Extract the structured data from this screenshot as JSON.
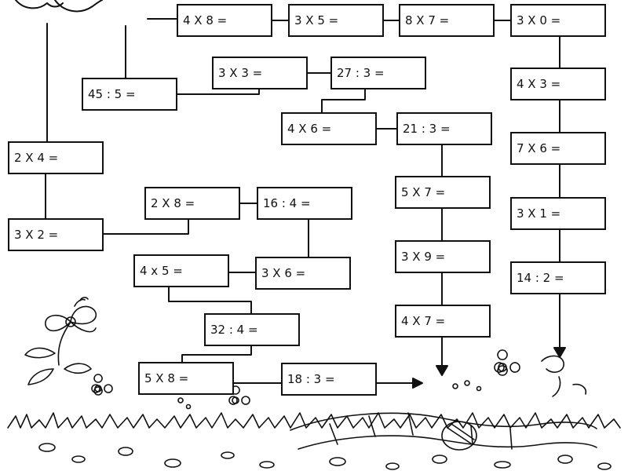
{
  "worksheet": {
    "boxes": [
      "4 X 8 =",
      "3 X 5 =",
      "8 X 7 =",
      "3 X 0 =",
      "3 X 3 =",
      "27 : 3 =",
      "45 : 5 =",
      "4 X 3 =",
      "4 X 6 =",
      "21 : 3 =",
      "7 X 6 =",
      "2 X 4 =",
      "2 X 8 =",
      "16 : 4 =",
      "5 X 7 =",
      "3 X 1 =",
      "3 X 2 =",
      "3 X 9 =",
      "4 x 5 =",
      "3 X 6 =",
      "14 : 2 =",
      "32 : 4 =",
      "4 X 7 =",
      "5 X 8 =",
      "18 : 3 ="
    ]
  },
  "colors": {
    "ink": "#111111",
    "paper": "#ffffff"
  },
  "icons": [
    "arrow-icon",
    "flower-icon",
    "caterpillar-illustration",
    "grass-illustration"
  ]
}
